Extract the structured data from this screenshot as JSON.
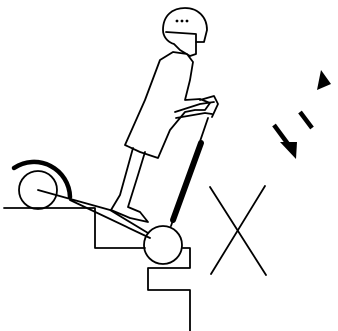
{
  "illustration": {
    "subject": "person-riding-scooter-down-stairs",
    "warning_mark": "cross-mark",
    "direction_indicator": "arrows-pointing-down-left",
    "icons": [
      "helmet-icon",
      "scooter-icon",
      "stairs-icon",
      "cross-mark-icon",
      "arrow-icon"
    ]
  },
  "colors": {
    "ink": "#000000",
    "background": "#ffffff"
  }
}
